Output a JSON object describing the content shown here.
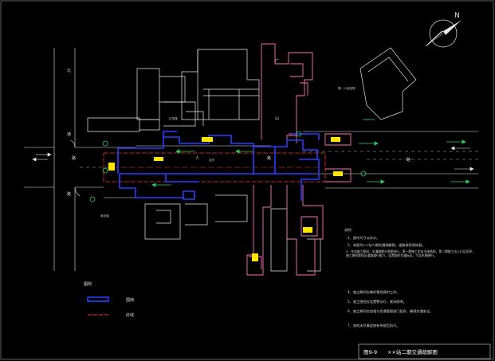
{
  "compass": {
    "north_label": "N"
  },
  "street_labels": {
    "road_v_top": "北",
    "road_v_mid": "通",
    "road_v_bottom": "路",
    "road_h_left": "路",
    "road_h_right": "路",
    "cross_road_1": "人",
    "cross_road_2": "广",
    "cross_road_3": "山",
    "cross_road_4": "路"
  },
  "building_labels": {
    "top_right_building": "第一人民医院",
    "mid_building": "住宅楼",
    "bottom_left_building": "商业楼",
    "station_hall": "站厅"
  },
  "notes": {
    "heading": "说明：",
    "items": [
      "1、图中尺寸以米计。",
      "2、本图为××站二期交通疏解图，道路按现状恢复。",
      "3、车站施工期间，交通疏解分两期进行，第一期施工车站主体结构，第二期施工出入口及风亭，施工期间需保证道路通行能力，设置临时交通标志，引导车辆绕行。",
      "4、施工期间应做好管线保护工作。",
      "5、施工围挡应设置警示灯，夜间照明。",
      "6、施工期间应加强与交通管理部门配合，确保交通安全。",
      "7、其他未尽事宜按有关规范执行。"
    ]
  },
  "legend": {
    "heading": "图例",
    "items": [
      {
        "label": "围挡",
        "color": "#2a3cff"
      },
      {
        "label": "红线",
        "color": "#ff3030"
      }
    ]
  },
  "title_block": {
    "figure_no": "图9-9",
    "title": "××站二期交通疏解图"
  },
  "colors": {
    "background": "#000000",
    "building": "#e8e8e8",
    "station_outline": "#ff6fb4",
    "enclosure": "#2a3cff",
    "red_line": "#ff3030",
    "traffic_arrow": "#2ed05a",
    "yellow_marker": "#ffe600",
    "road_line": "#e8e8e8"
  }
}
